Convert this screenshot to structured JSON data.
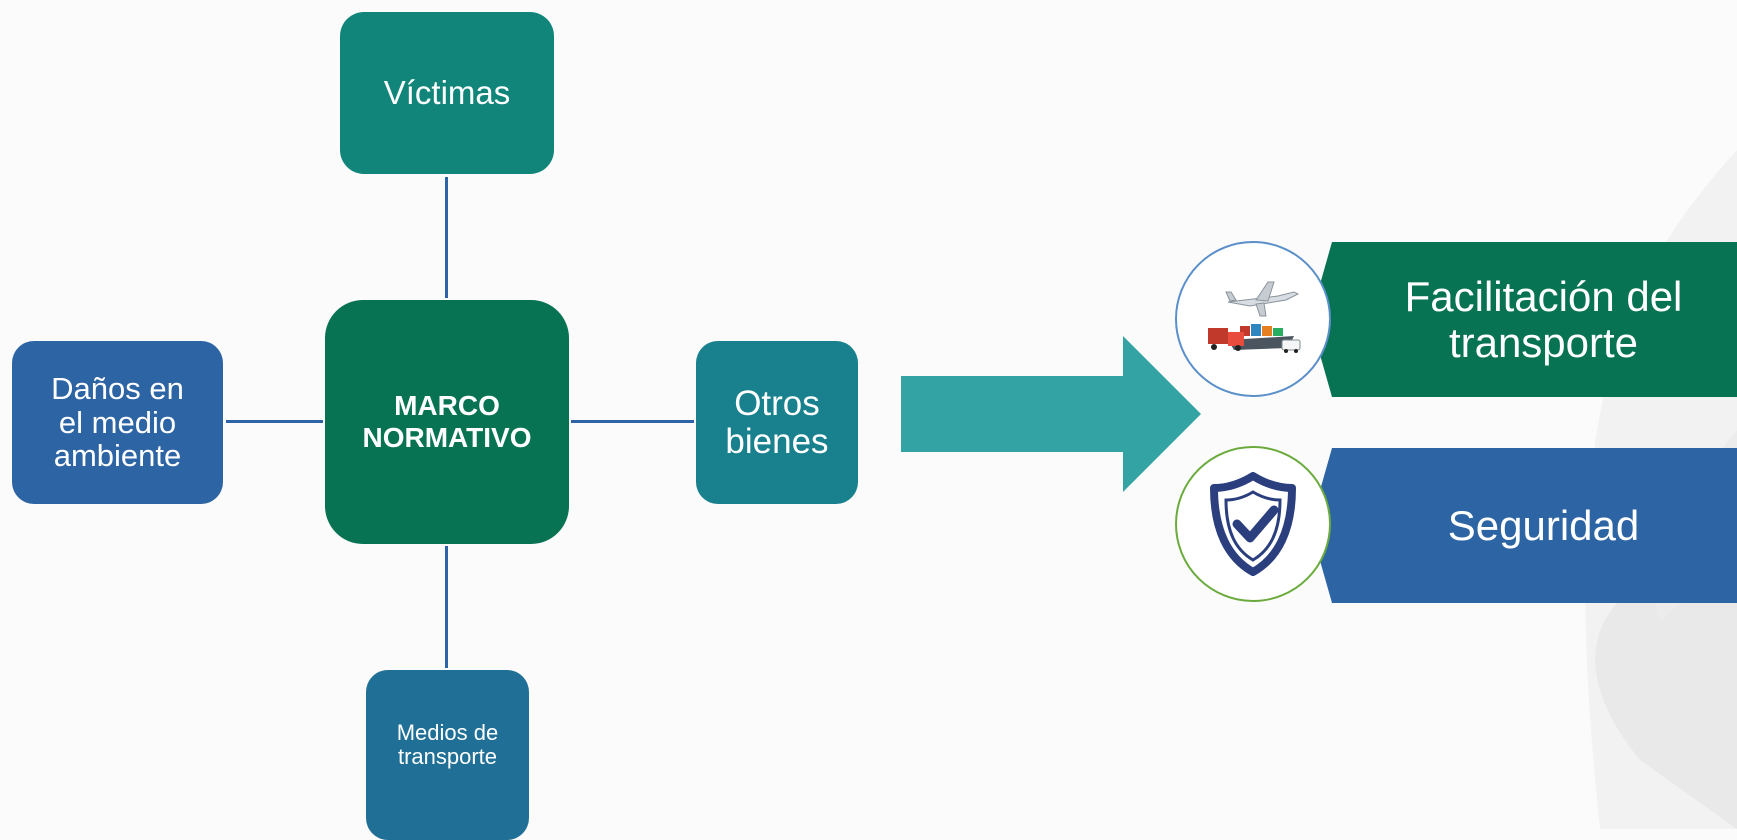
{
  "diagram": {
    "center": {
      "line1": "MARCO",
      "line2": "NORMATIVO"
    },
    "top_node": {
      "label": "Víctimas"
    },
    "left_node": {
      "line1": "Daños en",
      "line2": "el medio",
      "line3": "ambiente"
    },
    "right_node": {
      "line1": "Otros",
      "line2": "bienes"
    },
    "bottom_node": {
      "line1": "Medios de",
      "line2": "transporte"
    }
  },
  "outcomes": [
    {
      "line1": "Facilitación del",
      "line2": "transporte",
      "icon": "transport-vehicles-icon",
      "color": "#087352"
    },
    {
      "label": "Seguridad",
      "icon": "shield-check-icon",
      "color": "#2d64a4"
    }
  ],
  "colors": {
    "arrow": "#33a3a4",
    "connector": "#2e64a5"
  }
}
